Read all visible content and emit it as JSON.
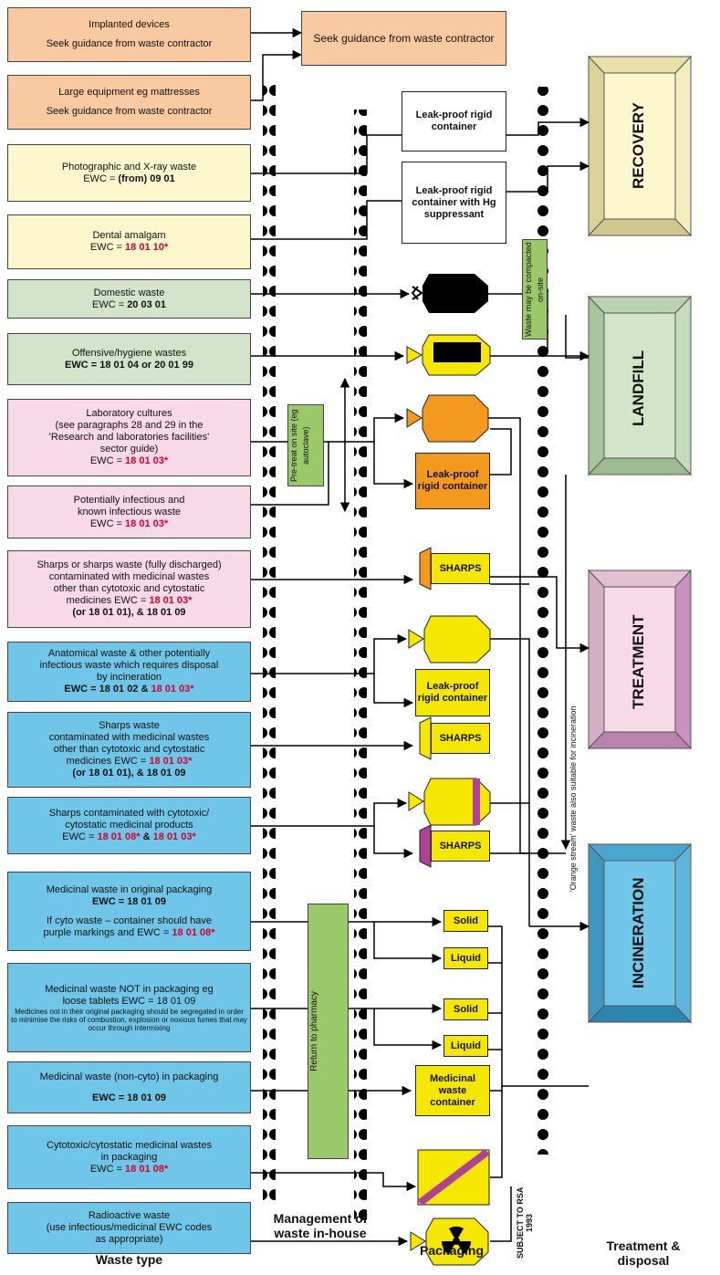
{
  "waste": {
    "implanted": {
      "l1": "Implanted devices",
      "l2": "Seek guidance from waste contractor"
    },
    "large": {
      "l1": "Large equipment eg mattresses",
      "l2": "Seek guidance from waste contractor"
    },
    "photo": {
      "l1": "Photographic and X-ray waste",
      "l2a": "EWC = ",
      "l2b": "(from) 09 01"
    },
    "dental": {
      "l1": "Dental amalgam",
      "l2a": "EWC = ",
      "l2b": "18 01 10*"
    },
    "domestic": {
      "l1": "Domestic waste",
      "l2a": "EWC = ",
      "l2b": "20 03 01"
    },
    "offensive": {
      "l1": "Offensive/hygiene wastes",
      "l2": "EWC = 18 01 04 or 20 01 99"
    },
    "lab": {
      "l1": "Laboratory cultures",
      "l2": "(see paragraphs 28 and 29 in the",
      "l3": "'Research and laboratories facilities'",
      "l4": "sector guide)",
      "l5a": "EWC = ",
      "l5b": "18 01 03*"
    },
    "infectious": {
      "l1": "Potentially infectious and",
      "l2": "known infectious waste",
      "l3a": "EWC = ",
      "l3b": "18 01 03*"
    },
    "sharps1": {
      "l1": "Sharps or sharps waste (fully discharged)",
      "l2": "contaminated with medicinal wastes",
      "l3": "other than cytotoxic and cytostatic",
      "l4a": "medicines   EWC = ",
      "l4b": "18 01 03*",
      "l5": "(or 18 01 01), & 18 01 09"
    },
    "anatomical": {
      "l1": "Anatomical waste & other potentially",
      "l2": "infectious waste which requires disposal",
      "l3": "by incineration",
      "l4a": "EWC = 18 01 02 & ",
      "l4b": "18 01 03*"
    },
    "sharps2": {
      "l1": "Sharps waste",
      "l2": "contaminated with medicinal wastes",
      "l3": "other than cytotoxic and cytostatic",
      "l4a": "medicines   EWC = ",
      "l4b": "18 01 03*",
      "l5": "(or 18 01 01), & 18 01 09"
    },
    "sharpscyto": {
      "l1": "Sharps contaminated with cytotoxic/",
      "l2": "cytostatic medicinal products",
      "l3a": "EWC = ",
      "l3b": "18 01 08*",
      "l3c": " & ",
      "l3d": "18 01 03*"
    },
    "medorig": {
      "l1": "Medicinal waste in original packaging",
      "l2": "EWC = 18 01 09",
      "l3": "If cyto waste – container should have",
      "l4a": "purple markings and EWC = ",
      "l4b": "18 01 08*"
    },
    "mednot": {
      "l1": "Medicinal waste NOT in packaging eg",
      "l2": "loose tablets   EWC = 18 01 09",
      "l3": "Medicines not in their original packaging should be segregated in order to minimise the risks of combustion, explosion or noxious fumes that may occur through intermixing"
    },
    "medpack": {
      "l1": "Medicinal waste (non-cyto) in packaging",
      "l2": "EWC = 18 01 09"
    },
    "cyto": {
      "l1": "Cytotoxic/cytostatic medicinal wastes",
      "l2": "in packaging",
      "l3a": "EWC = ",
      "l3b": "18 01 08*"
    },
    "radio": {
      "l1": "Radioactive waste",
      "l2": "(use infectious/medicinal EWC codes",
      "l3": "as appropriate)"
    }
  },
  "management": {
    "seek": "Seek guidance from waste contractor",
    "pretreat": "Pre-treat on site (eg autoclave)",
    "compacted": "Waste may be compacted on-site",
    "pharmacy": "Return to pharmacy"
  },
  "packaging": {
    "leakproof": "Leak-proof rigid container",
    "leakproof_hg": "Leak-proof rigid container with Hg suppressant",
    "sharps": "SHARPS",
    "solid": "Solid",
    "liquid": "Liquid",
    "medicinal": "Medicinal waste container"
  },
  "disposal": {
    "recovery": "RECOVERY",
    "landfill": "LANDFILL",
    "treatment": "TREATMENT",
    "incineration": "INCINERATION"
  },
  "notes": {
    "orange": "'Orange stream' waste also suitable for incineration",
    "rsa": "SUBJECT TO RSA 1993"
  },
  "columns": {
    "waste_type": "Waste type",
    "management": "Management of waste in-house",
    "packaging": "Packaging",
    "treatment": "Treatment & disposal"
  },
  "colors": {
    "orange": "#f9caa1",
    "yellow": "#fdf7ce",
    "green": "#d2e5cb",
    "pink": "#f8d9e7",
    "blue": "#6fc6e8",
    "bin_yellow": "#f6e700",
    "bin_orange": "#f39a1e",
    "purple": "#b0419a",
    "mgmt_green": "#9bc96a"
  }
}
